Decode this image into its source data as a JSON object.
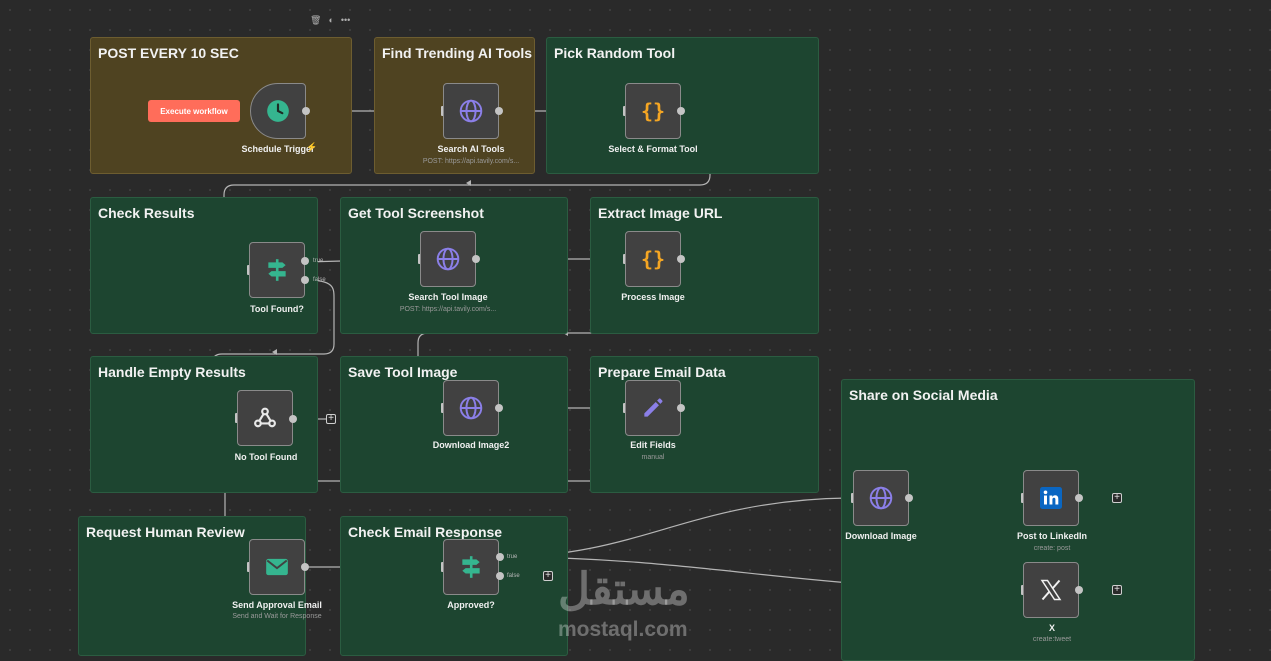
{
  "toolbar": {
    "delete": "🗑",
    "color": "◐",
    "more": "•••"
  },
  "stickies": {
    "post": "POST EVERY 10 SEC",
    "trending": "Find Trending AI Tools",
    "random": "Pick Random Tool",
    "check": "Check Results",
    "screenshot": "Get Tool Screenshot",
    "extract": "Extract Image URL",
    "empty": "Handle Empty Results",
    "save": "Save Tool Image",
    "prepare": "Prepare Email Data",
    "social": "Share on Social Media",
    "review": "Request Human Review",
    "response": "Check Email Response"
  },
  "buttons": {
    "execute": "Execute workflow"
  },
  "nodes": {
    "schedule": {
      "label": "Schedule Trigger",
      "badge": "⚡"
    },
    "search_ai": {
      "label": "Search AI Tools",
      "sub": "POST: https://api.tavily.com/s..."
    },
    "select": {
      "label": "Select & Format Tool"
    },
    "found": {
      "label": "Tool Found?",
      "true": "true",
      "false": "false"
    },
    "search_img": {
      "label": "Search Tool Image",
      "sub": "POST: https://api.tavily.com/s..."
    },
    "process": {
      "label": "Process Image"
    },
    "notool": {
      "label": "No Tool Found"
    },
    "download2": {
      "label": "Download Image2"
    },
    "edit": {
      "label": "Edit Fields",
      "sub": "manual"
    },
    "download": {
      "label": "Download Image"
    },
    "linkedin": {
      "label": "Post to LinkedIn",
      "sub": "create: post"
    },
    "x": {
      "label": "X",
      "sub": "create:tweet"
    },
    "email": {
      "label": "Send Approval Email",
      "sub": "Send and Wait for Response"
    },
    "approved": {
      "label": "Approved?",
      "true": "true",
      "false": "false"
    }
  },
  "plus": "+",
  "watermark": {
    "arabic": "مستقل",
    "latin": "mostaql.com"
  },
  "colors": {
    "brown_note": "#4f4321",
    "green_note": "#1d4530",
    "accent": "#ff6d5a",
    "clock": "#35b58f",
    "globe": "#8b7fe8",
    "code": "#f5a623",
    "switch": "#35b58f",
    "linkedin": "#0a66c2"
  },
  "icons": [
    "clock-icon",
    "globe-icon",
    "code-braces-icon",
    "signpost-icon",
    "webhook-icon",
    "pencil-icon",
    "envelope-icon",
    "linkedin-icon",
    "x-logo-icon"
  ]
}
